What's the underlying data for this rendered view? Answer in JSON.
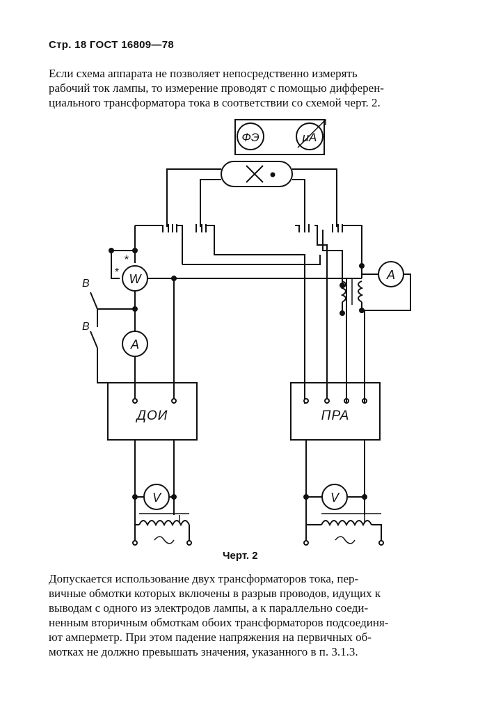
{
  "header": {
    "page_ref": "Стр. 18 ГОСТ 16809—78"
  },
  "paragraph_1": [
    "Если схема аппарата не позволяет непосредственно  измерять",
    "рабочий ток лампы, то измерение проводят с помощью дифферен-",
    "циального трансформатора тока в соответствии со схемой черт. 2."
  ],
  "figure": {
    "caption": "Черт. 2",
    "labels": {
      "photo_element": "ФЭ",
      "microammeter": "μA",
      "wattmeter": "W",
      "ammeter_left": "A",
      "ammeter_right": "A",
      "switch_top": "В",
      "switch_bottom": "В",
      "block_left": "ДОИ",
      "block_right": "ПРА",
      "voltmeter_left": "V",
      "voltmeter_right": "V",
      "star_1": "*",
      "star_2": "*"
    }
  },
  "paragraph_2": [
    "Допускается использование двух трансформаторов тока, пер-",
    "вичные обмотки которых включены в разрыв проводов, идущих  к",
    "выводам с одного из электродов лампы, а к параллельно  соеди-",
    "ненным вторичным обмоткам обоих трансформаторов подсоединя-",
    "ют амперметр. При этом падение  напряжения на первичных об-",
    "мотках не должно превышать значения, указанного в п. 3.1.3."
  ]
}
